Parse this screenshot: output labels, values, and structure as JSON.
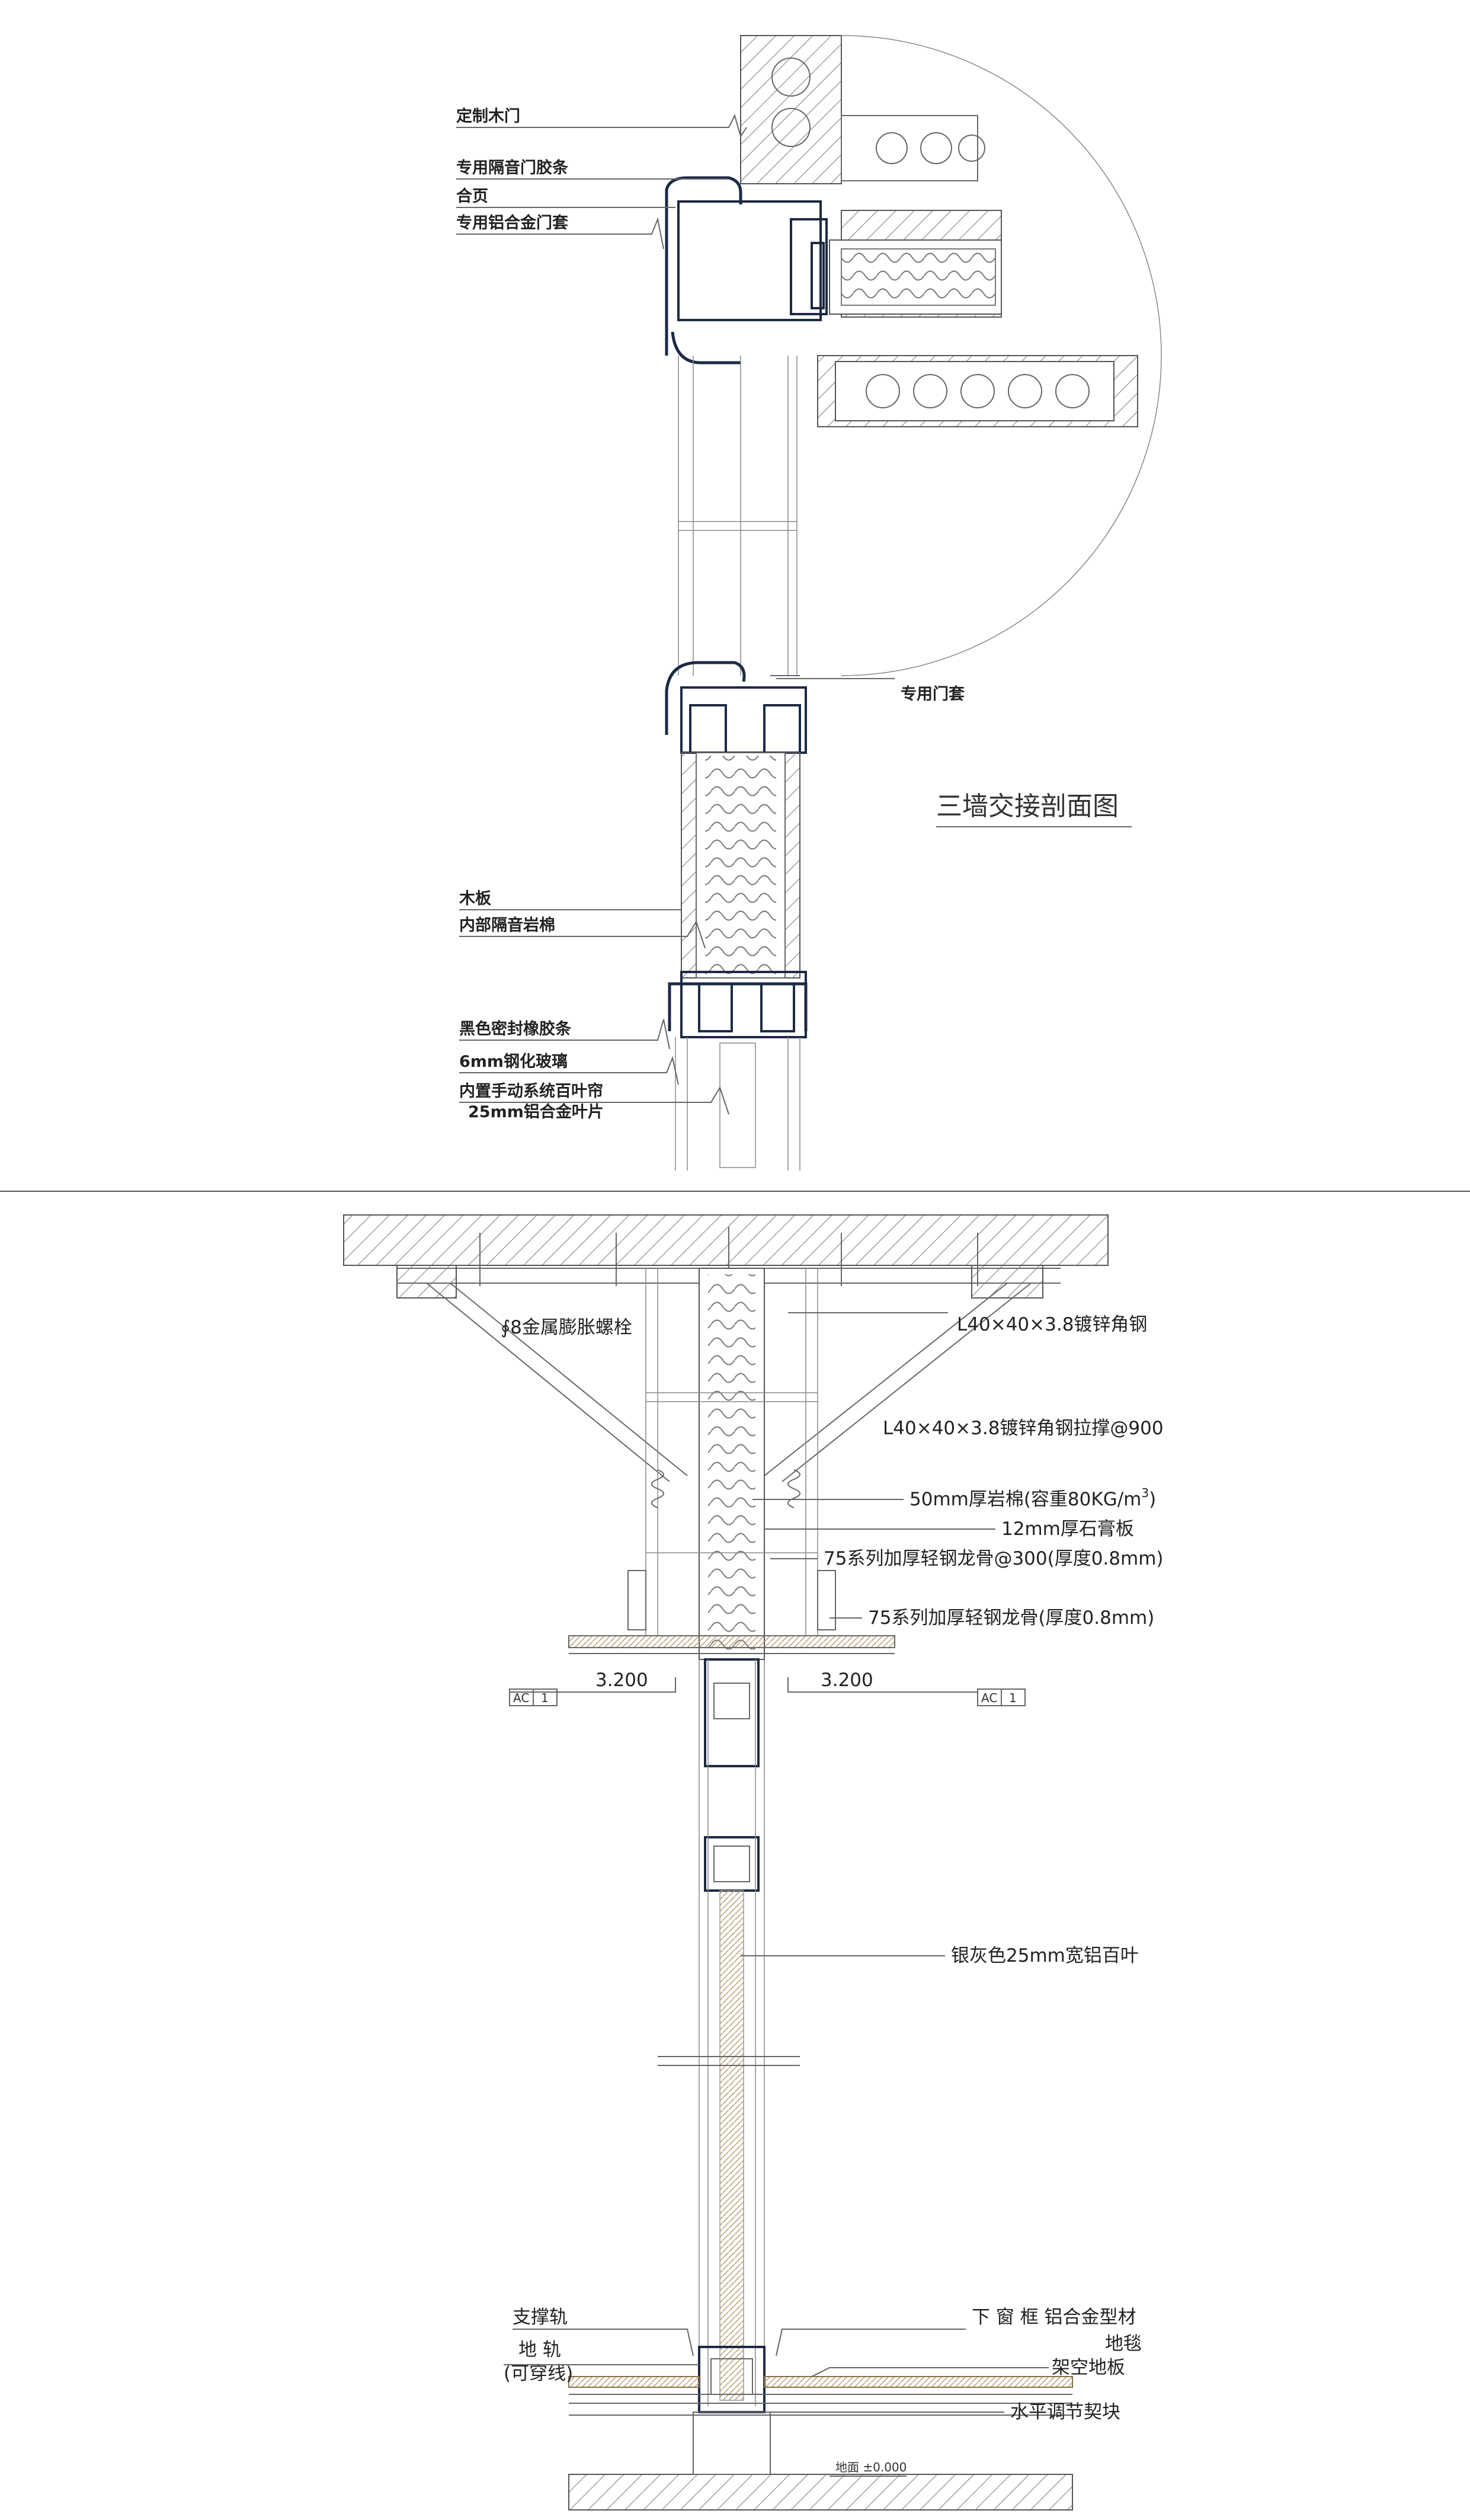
{
  "top_section": {
    "title": "三墙交接剖面图",
    "labels": {
      "custom_door": "定制木门",
      "door_seal": "专用隔音门胶条",
      "hinge": "合页",
      "door_frame_alu": "专用铝合金门套",
      "door_frame": "专用门套",
      "wood_board": "木板",
      "inner_rockwool": "内部隔音岩棉",
      "black_seal": "黑色密封橡胶条",
      "glass": "6mm钢化玻璃",
      "blind_line1": "内置手动系统百叶帘",
      "blind_line2": "25mm铝合金叶片"
    }
  },
  "bottom_section": {
    "labels": {
      "bolt": "∮8金属膨胀螺栓",
      "angle_steel": "L40×40×3.8镀锌角钢",
      "angle_brace": "L40×40×3.8镀锌角钢拉撑@900",
      "rockwool_prefix": "50mm厚岩棉(容重80KG/m",
      "rockwool_sup": "3",
      "rockwool_suffix": ")",
      "gypsum": "12mm厚石膏板",
      "keel_300": "75系列加厚轻钢龙骨@300(厚度0.8mm)",
      "keel": "75系列加厚轻钢龙骨(厚度0.8mm)",
      "elev_left": "3.200",
      "elev_right": "3.200",
      "ref_left_a": "AC",
      "ref_left_b": "1",
      "ref_right_a": "AC",
      "ref_right_b": "1",
      "blinds": "银灰色25mm宽铝百叶",
      "support_rail": "支撑轨",
      "floor_rail_1": "地 轨",
      "floor_rail_2": "(可穿线)",
      "lower_frame": "下 窗 框 铝合金型材",
      "carpet": "地毯",
      "raised_floor": "架空地板",
      "level_wedge": "水平调节契块",
      "floor_mark": "地面 ±0.000"
    }
  }
}
